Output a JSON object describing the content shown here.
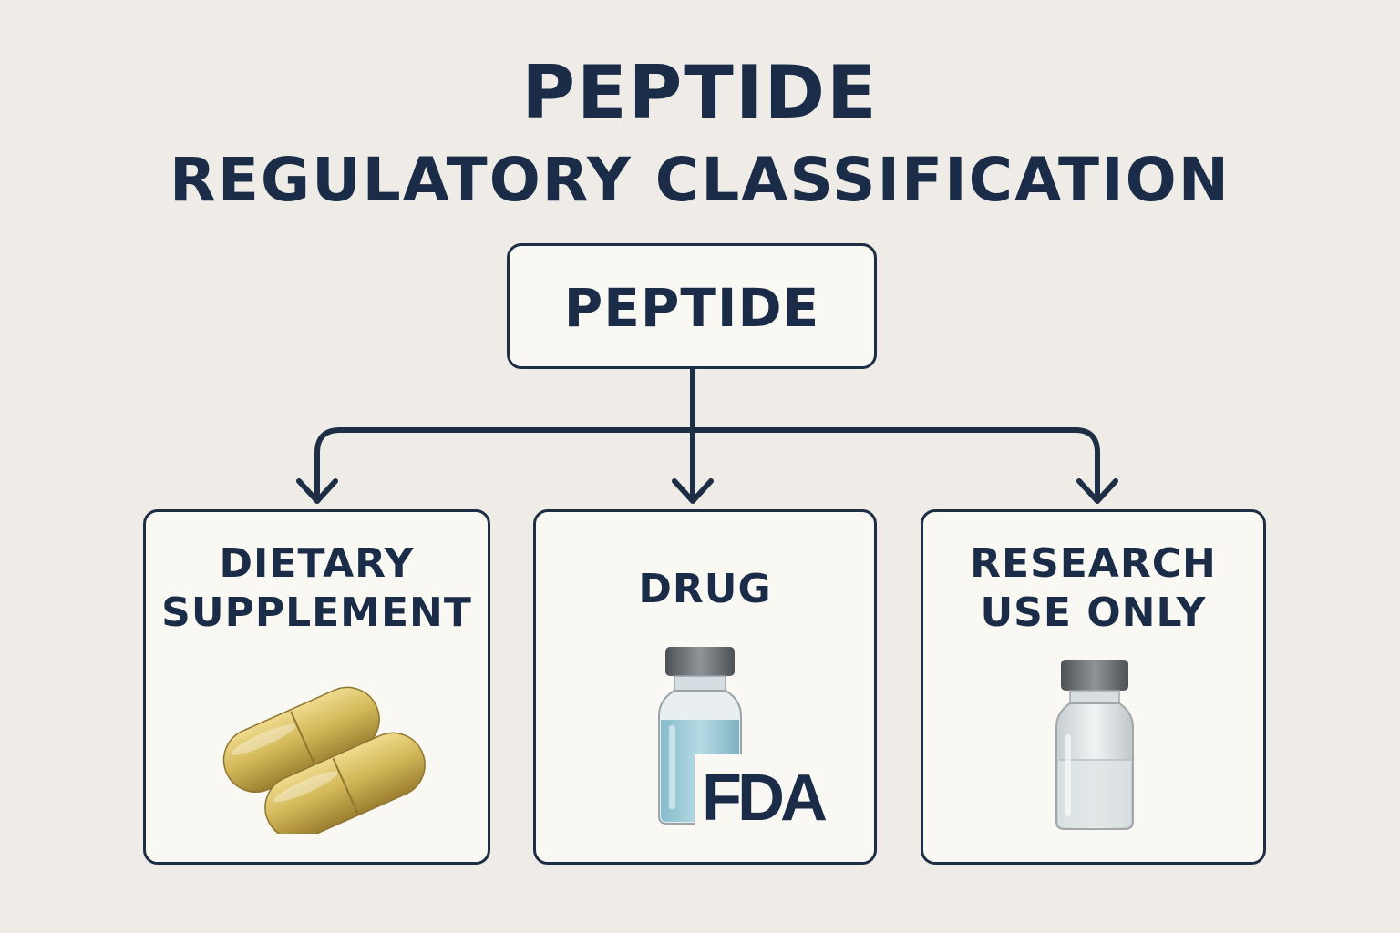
{
  "title": {
    "line1": "PEPTIDE",
    "line2": "REGULATORY CLASSIFICATION"
  },
  "root": {
    "label": "PEPTIDE"
  },
  "categories": [
    {
      "label": "DIETARY\nSUPPLEMENT",
      "icon": "capsules-icon"
    },
    {
      "label": "DRUG",
      "icon": "vial-icon",
      "badge": "FDA"
    },
    {
      "label": "RESEARCH\nUSE ONLY",
      "icon": "empty-vial-icon"
    }
  ],
  "colors": {
    "background": "#efece7",
    "text": "#1a2c47",
    "box_border": "#1e2e44",
    "box_fill": "#faf8f3",
    "capsule": "#d4b95a",
    "vial_liquid": "#9ccad6",
    "vial_cap": "#6f7478"
  }
}
